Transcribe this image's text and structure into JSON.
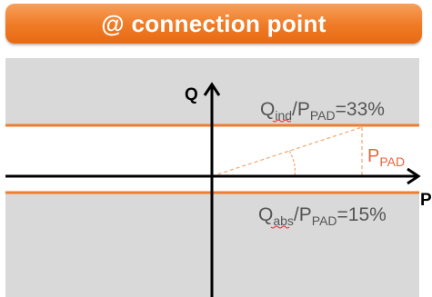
{
  "banner": {
    "title": "@ connection point"
  },
  "axes": {
    "q_label": "Q",
    "p_label": "P"
  },
  "labels": {
    "ind_q": "Q",
    "ind_sub": "ind",
    "ind_slash": "/P",
    "ind_pad": "PAD",
    "ind_value": "=33%",
    "abs_q": "Q",
    "abs_sub": "abs",
    "abs_slash": "/P",
    "abs_pad": "PAD",
    "abs_value": "=15%",
    "ppad_p": "P",
    "ppad_sub": "PAD"
  },
  "colors": {
    "banner": "#ef7a25",
    "band_fill": "#d9d9d9",
    "limit_line": "#ed7d31",
    "axis": "#000000",
    "ppad_text": "#e8663a"
  }
}
